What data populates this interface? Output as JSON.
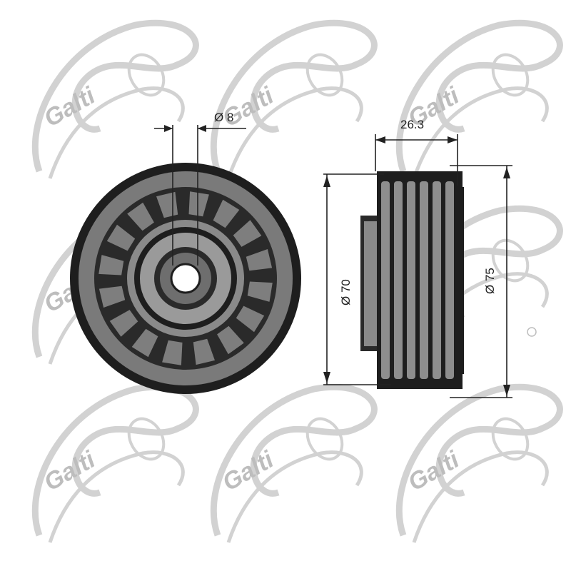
{
  "colors": {
    "background": "#ffffff",
    "pulley_dark": "#1e1e1e",
    "pulley_mid": "#7a7a7a",
    "pulley_light": "#a8a8a8",
    "dimension_line": "#222222",
    "watermark": "#bdbdbd",
    "watermark_dark": "#111111"
  },
  "watermark": {
    "brand": "Galti"
  },
  "dimensions": {
    "bore_diameter": "Ø 8",
    "width": "26.3",
    "flange_diameter": "Ø 70",
    "outer_diameter": "Ø 75"
  }
}
